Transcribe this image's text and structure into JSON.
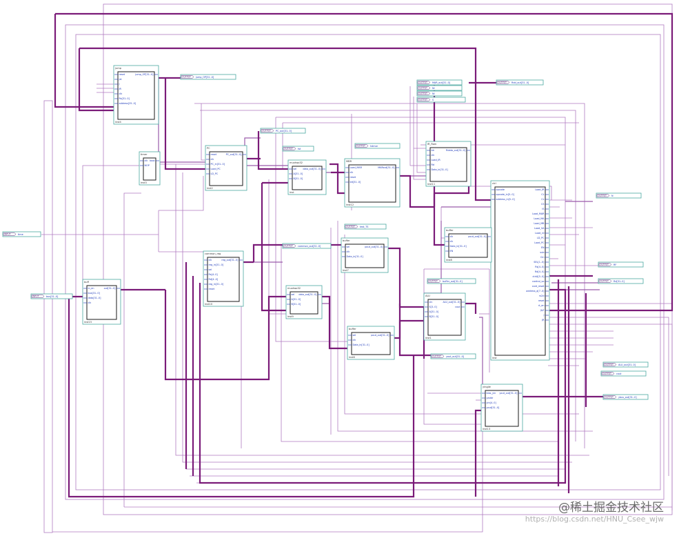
{
  "blocks": [
    {
      "id": "jump",
      "title": "jump",
      "inst": "inst4",
      "pins_in": [
        "reset",
        "jal",
        "J",
        "JR",
        "clk",
        "Rs[31..0]",
        "address[25..0]"
      ],
      "pins_out": [
        "jump_OP[31..0]"
      ]
    },
    {
      "id": "timer",
      "title": "timer",
      "inst": "inst3",
      "pins_in": [
        "clk",
        "NOP"
      ],
      "pins_out": [
        "bool"
      ]
    },
    {
      "id": "pc",
      "title": "PC",
      "inst": "inst2",
      "pins_in": [
        "reset",
        "clk",
        "PC_in[31..0]",
        "Load_PC",
        "LD_PC"
      ],
      "pins_out": [
        "PC_out[31..0]"
      ]
    },
    {
      "id": "mux_top",
      "title": "muxtwo32",
      "inst": "inst",
      "pins_in": [
        "sel",
        "A[31..0]",
        "B[31..0]"
      ],
      "pins_out": [
        "data_out[31..0]"
      ]
    },
    {
      "id": "mbr",
      "title": "MBR",
      "inst": "inst12",
      "pins_in": [
        "Load_MAR",
        "clk",
        "reset",
        "bit[31..0]"
      ],
      "pins_out": [
        "MARout[31..0]"
      ]
    },
    {
      "id": "rom",
      "title": "IR_Rom",
      "inst": "inst11",
      "pins_in": [
        "Idr",
        "clk",
        "Load_IR",
        "Rd",
        "Data_in[31..0]"
      ],
      "pins_out": [
        "Rdata_out[31..0]"
      ]
    },
    {
      "id": "cpu_ctrl",
      "title": "ctrl",
      "inst": "inst",
      "pins_in": [
        "opcode",
        "opcode_in[5..0]",
        "address_in[5..0]"
      ],
      "pins_out": [
        "Load_IR",
        "CL",
        "CL",
        "CS",
        "IS",
        "Load_MAR",
        "Load_MA",
        "Load_MB",
        "Load_SA",
        "Load_rd",
        "LD_PC",
        "Load_PC",
        "EN",
        "sub",
        "Cin",
        "SEL[1..0]",
        "Rs[4..0]",
        "Rd[4..0]",
        "ctrlA[5..0]",
        "control_vo",
        "cont_reset",
        "address_a[7..0]",
        "rs2d",
        "reset",
        "rt_en",
        "J&F",
        "J",
        "JR"
      ]
    },
    {
      "id": "buffer_top",
      "title": "buffer",
      "inst": "inst7",
      "pins_in": [
        "sel",
        "clk",
        "Data_in[31..0]"
      ],
      "pins_out": [
        "pout_out[31..0]"
      ]
    },
    {
      "id": "common_reg",
      "title": "common_reg",
      "inst": "inst10",
      "pins_in": [
        "clk",
        "reg_in[31..0]",
        "sel",
        "Rs[4..0]",
        "Rd[4..0]",
        "reg_in[31..0]",
        "reset"
      ],
      "pins_out": [
        "reg_out[31..0]"
      ]
    },
    {
      "id": "buffer_mid",
      "title": "buffer",
      "inst": "inst8",
      "pins_in": [
        "clk",
        "clk",
        "Data_in[31..0]",
        "EN"
      ],
      "pins_out": [
        "pout_out[31..0]"
      ]
    },
    {
      "id": "buff",
      "title": "buff",
      "inst": "inst15",
      "pins_in": [
        "in_en",
        "bus[31..0]",
        "data[31..0]",
        "clk"
      ],
      "pins_out": [
        "out[31..0]"
      ]
    },
    {
      "id": "mux_mid",
      "title": "muxtwo32",
      "inst": "inst9",
      "pins_in": [
        "sel",
        "A[31..0]",
        "B[31..0]"
      ],
      "pins_out": [
        "data_out[31..0]"
      ]
    },
    {
      "id": "alu",
      "title": "ALU",
      "inst": "inst1",
      "pins_in": [
        "cin",
        "S[3..0]",
        "A[31..0]",
        "B[31..0]"
      ],
      "pins_out": [
        "ALU_out[31..0]",
        "cout"
      ]
    },
    {
      "id": "buffer_low",
      "title": "buffer",
      "inst": "inst6",
      "pins_in": [
        "sel",
        "clk",
        "Data_in[31..0]"
      ],
      "pins_out": [
        "pout_out[31..0]"
      ]
    },
    {
      "id": "yreg",
      "title": "yingjie",
      "inst": "inst13",
      "pins_in": [
        "bias_yin",
        "yaddr",
        "yin[4..0]",
        "yout[31..0]"
      ],
      "pins_out": [
        "yout_out[31..0]"
      ]
    }
  ],
  "io": [
    {
      "id": "out_jump",
      "type": "OUTPUT",
      "name": "jump_OP[31..0]"
    },
    {
      "id": "out_pc",
      "type": "OUTPUT",
      "name": "PC_out[31..0]"
    },
    {
      "id": "out_tst",
      "type": "OUTPUT",
      "name": "tst"
    },
    {
      "id": "out_mar",
      "type": "OUTPUT",
      "name": "MAR_out[31..0]"
    },
    {
      "id": "out_ni1",
      "type": "OUTPUT",
      "name": "NI"
    },
    {
      "id": "out_ni2",
      "type": "OUTPUT",
      "name": "NI"
    },
    {
      "id": "out_s",
      "type": "OUTPUT",
      "name": "S"
    },
    {
      "id": "out_rdd",
      "type": "OUTPUT",
      "name": "Rdd_out[31..0]"
    },
    {
      "id": "out_hdmar",
      "type": "OUTPUT",
      "name": "hdmar"
    },
    {
      "id": "out_n",
      "type": "OUTPUT",
      "name": "N"
    },
    {
      "id": "out_test",
      "type": "OUTPUT",
      "name": "test_TS"
    },
    {
      "id": "out_common",
      "type": "OUTPUT",
      "name": "common_out[31..0]"
    },
    {
      "id": "out_rf",
      "type": "OUTPUT",
      "name": "RF"
    },
    {
      "id": "out_rd",
      "type": "OUTPUT",
      "name": "Rd[31..0]"
    },
    {
      "id": "out_buffer",
      "type": "OUTPUT",
      "name": "buffer_out[31..0]"
    },
    {
      "id": "out_yout",
      "type": "OUTPUT",
      "name": "yout_out[31..0]"
    },
    {
      "id": "out_alu",
      "type": "OUTPUT",
      "name": "ALU_out[31..0]"
    },
    {
      "id": "out_cout",
      "type": "OUTPUT",
      "name": "cout"
    },
    {
      "id": "out_ybus",
      "type": "OUTPUT",
      "name": "ybus_out[31..0]"
    },
    {
      "id": "in_time",
      "type": "INPUT",
      "name": "time"
    },
    {
      "id": "in_bus",
      "type": "INPUT",
      "name": "bus[31..0]"
    }
  ],
  "watermark": {
    "main": "@稀土掘金技术社区",
    "url": "https://blog.csdn.net/HNU_Csee_wjw"
  },
  "colors": {
    "wire": "#b07ac0",
    "bus": "#7a1a78",
    "pin": "#1a36b8",
    "frame": "#4aa7a0"
  }
}
